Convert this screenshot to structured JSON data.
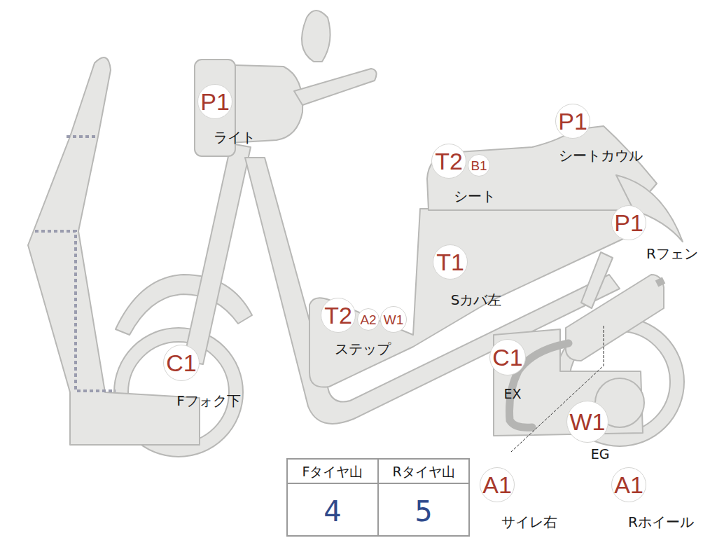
{
  "diagram": {
    "nodes": [
      {
        "text": [
          "P1"
        ]
      },
      {
        "text": [
          "P1"
        ]
      },
      {
        "text": [
          "T2"
        ]
      },
      {
        "text": [
          "B1"
        ]
      },
      {
        "text": [
          "P1"
        ]
      },
      {
        "text": [
          "T1"
        ]
      },
      {
        "text": [
          "T2"
        ]
      },
      {
        "text": [
          "A2"
        ]
      },
      {
        "text": [
          "W1"
        ]
      },
      {
        "text": [
          "C1"
        ]
      },
      {
        "text": [
          "C1"
        ]
      },
      {
        "text": [
          "W1"
        ]
      },
      {
        "text": [
          "A1"
        ]
      },
      {
        "text": [
          "A1"
        ]
      }
    ],
    "labels": [
      "ライト",
      "シートカウル",
      "シート",
      "Rフェン",
      "Sカバ左",
      "ステップ",
      "EX",
      "Fフォク下",
      "EG",
      "サイレ右",
      "Rホイール",
      "Fタイヤ山",
      "Rタイヤ山",
      "4",
      "5"
    ]
  }
}
